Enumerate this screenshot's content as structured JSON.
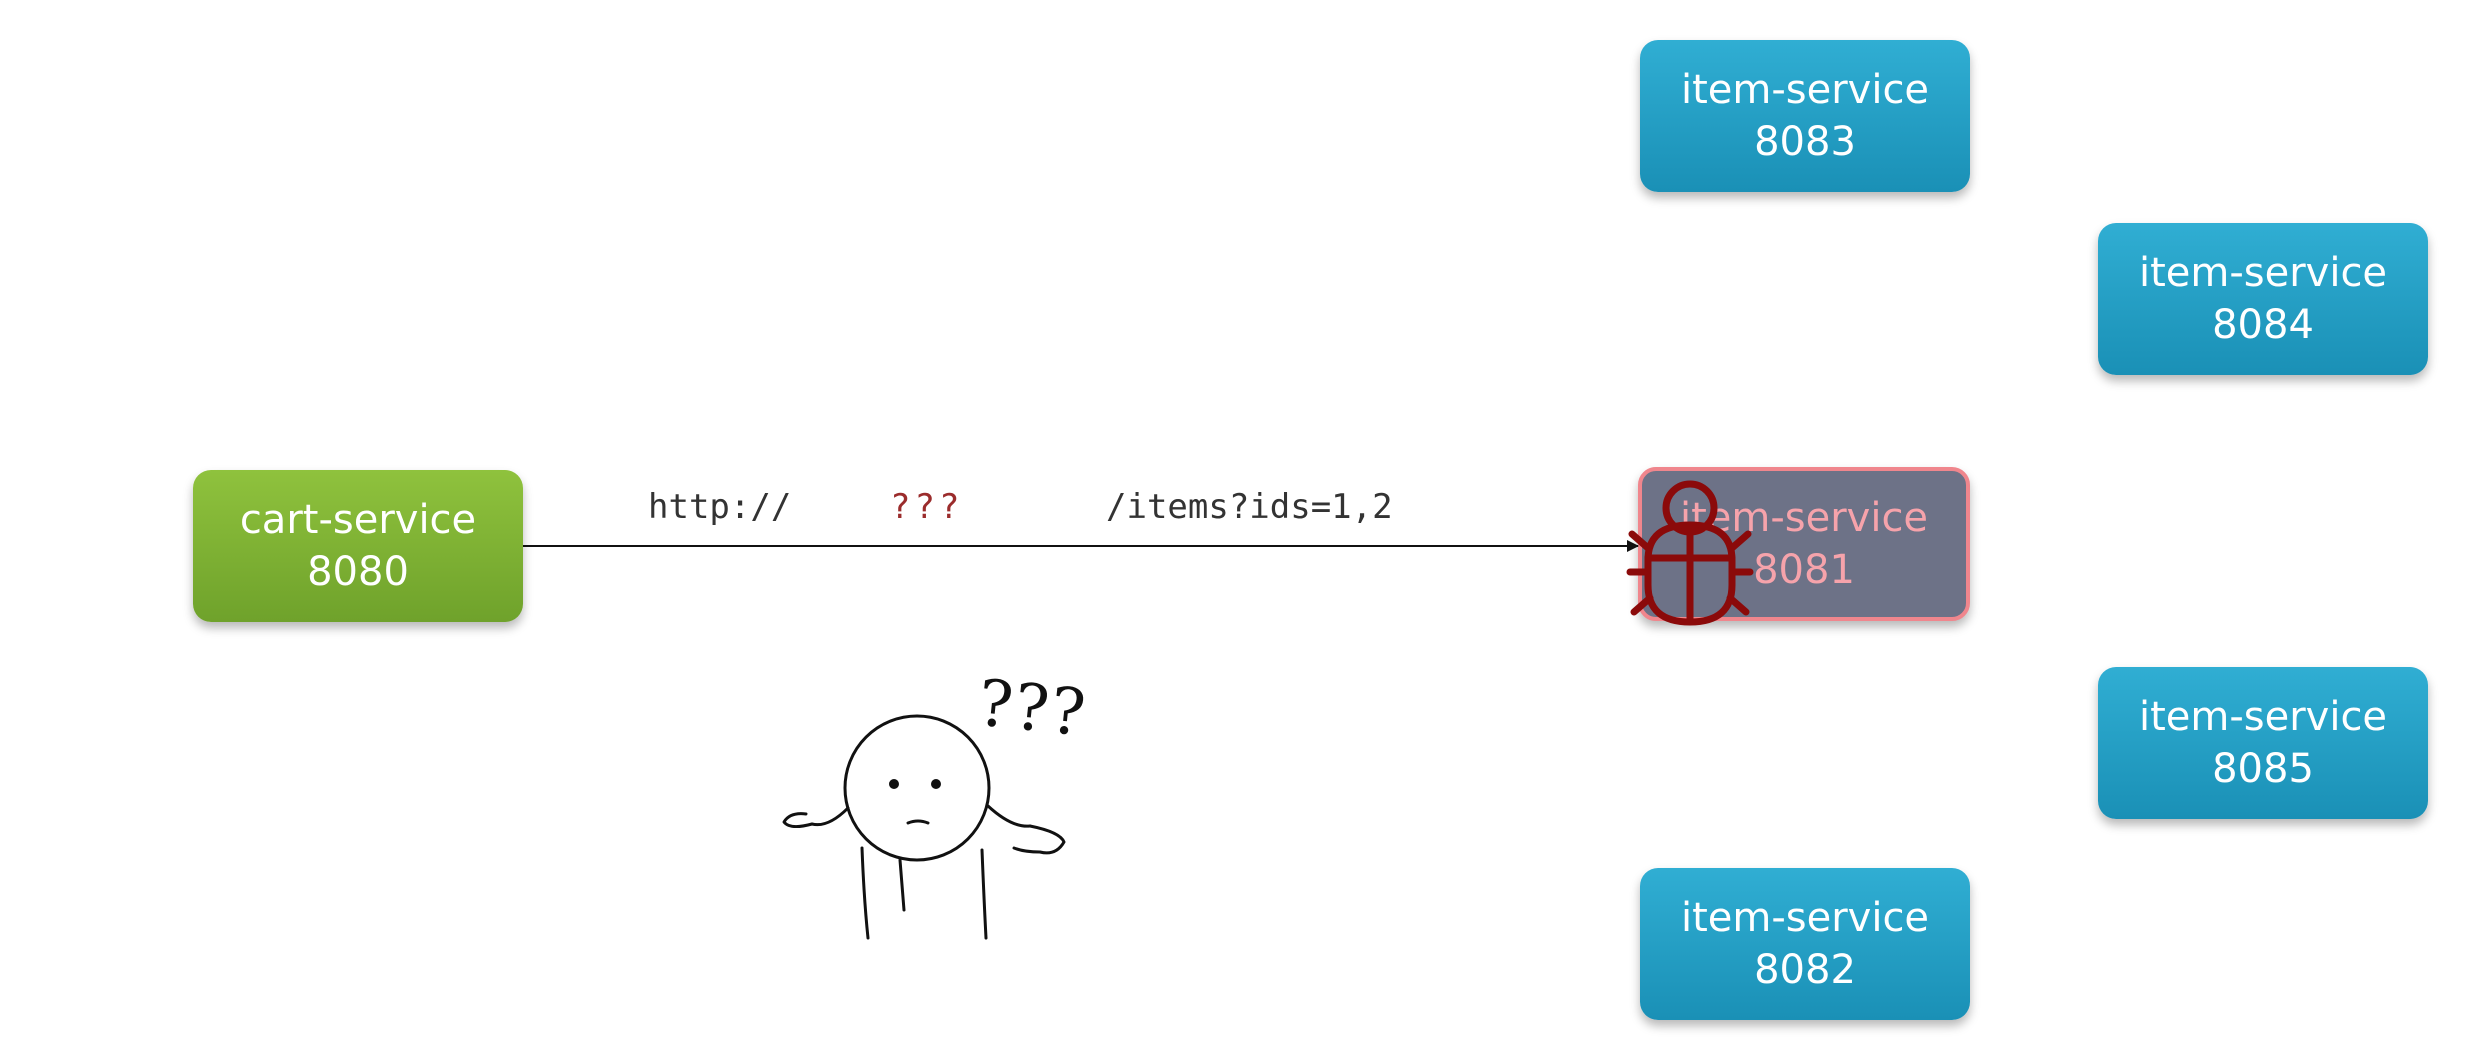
{
  "caller": {
    "name": "cart-service",
    "port": "8080",
    "color": "#7fb336"
  },
  "request": {
    "protocol": "http://",
    "unknown_host": "???",
    "path": "/items?ids=1,2"
  },
  "instances": {
    "i8083": {
      "name": "item-service",
      "port": "8083"
    },
    "i8084": {
      "name": "item-service",
      "port": "8084"
    },
    "i8081": {
      "name": "item-service",
      "port": "8081",
      "status": "failed"
    },
    "i8085": {
      "name": "item-service",
      "port": "8085"
    },
    "i8082": {
      "name": "item-service",
      "port": "8082"
    }
  },
  "colors": {
    "instance": "#23a0c6",
    "failed_fill": "#6d7287",
    "failed_border": "#f0868d",
    "bug": "#8b0a0a",
    "unknown_host": "#9b2c2c"
  },
  "figure": {
    "thought": "???"
  },
  "icons": [
    "bug-icon",
    "confused-person-icon"
  ]
}
